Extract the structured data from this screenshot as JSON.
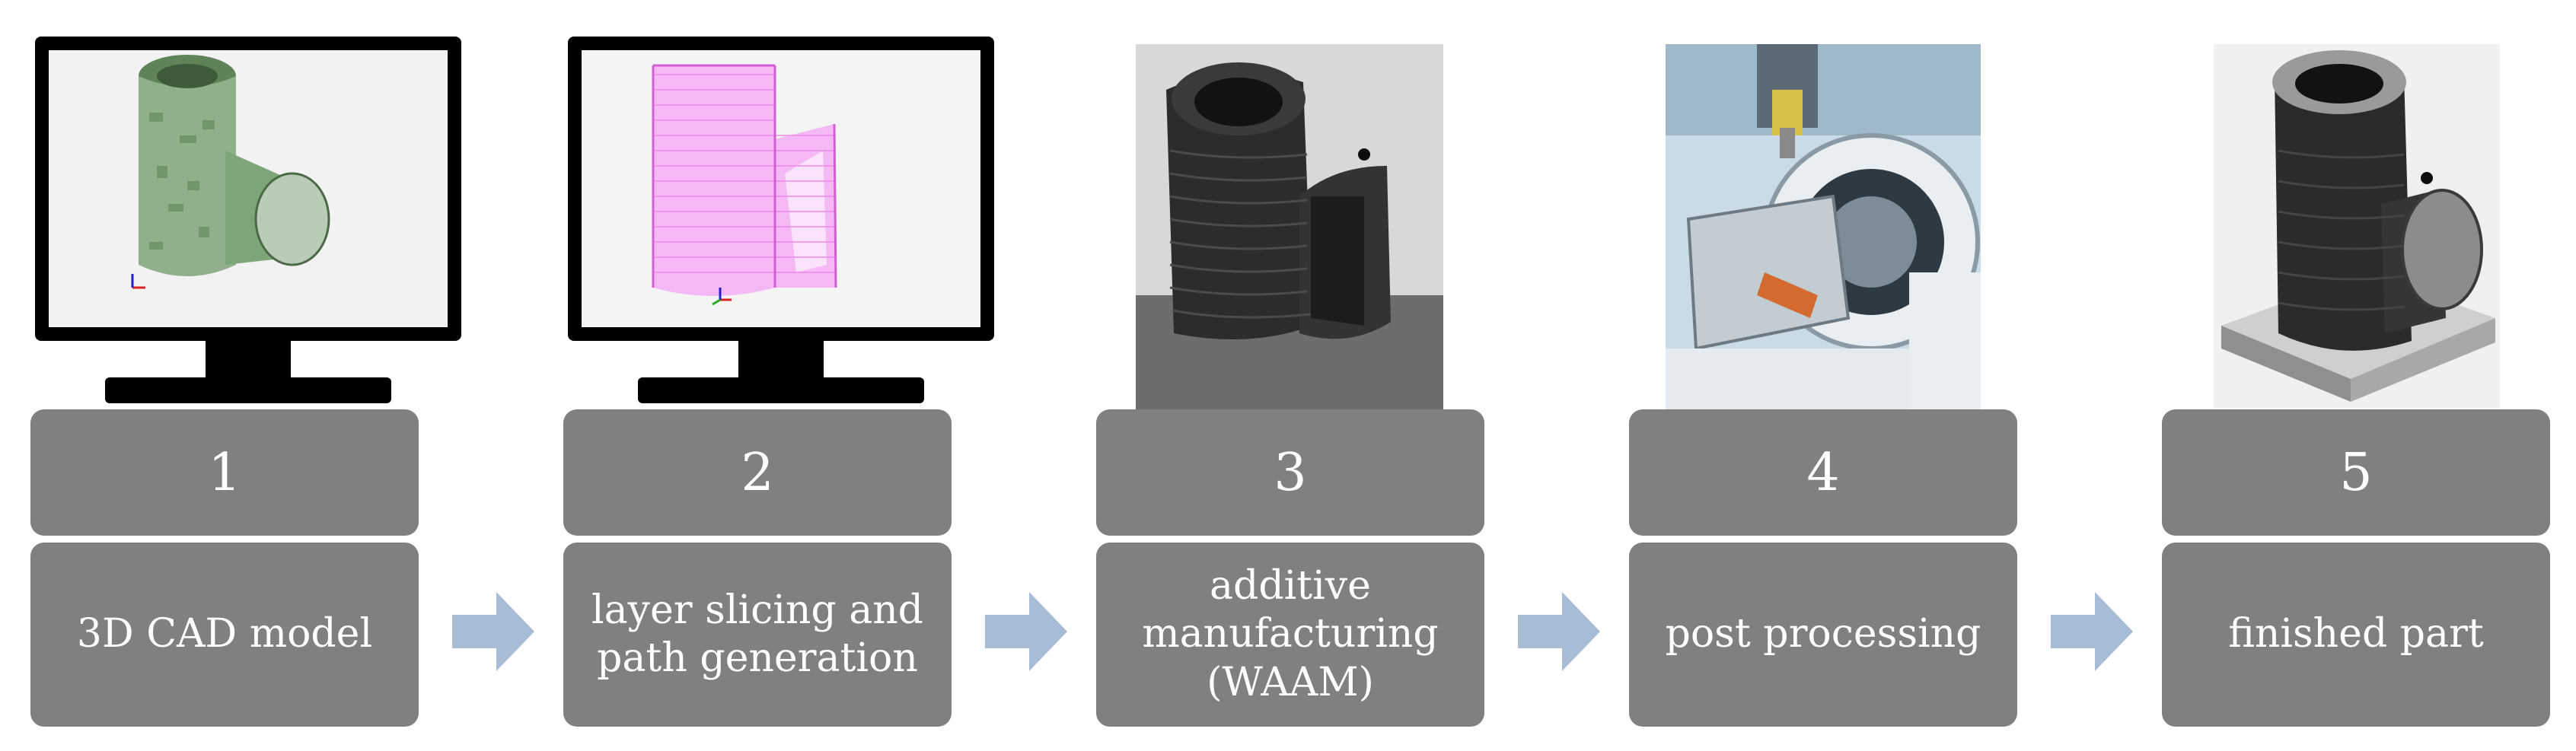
{
  "steps": [
    {
      "number": "1",
      "label": "3D CAD model"
    },
    {
      "number": "2",
      "label": "layer slicing  and\npath generation"
    },
    {
      "number": "3",
      "label": "additive\nmanufacturing\n(WAAM)"
    },
    {
      "number": "4",
      "label": "post processing"
    },
    {
      "number": "5",
      "label": "finished part"
    }
  ],
  "colors": {
    "box": "#808080",
    "arrow": "#a9bcd6",
    "cad_model": "#8fb08a",
    "slice_paths": "#ee88ee"
  },
  "icons": {
    "monitor_1": "monitor-icon",
    "monitor_2": "monitor-icon",
    "arrow": "right-arrow-icon"
  }
}
